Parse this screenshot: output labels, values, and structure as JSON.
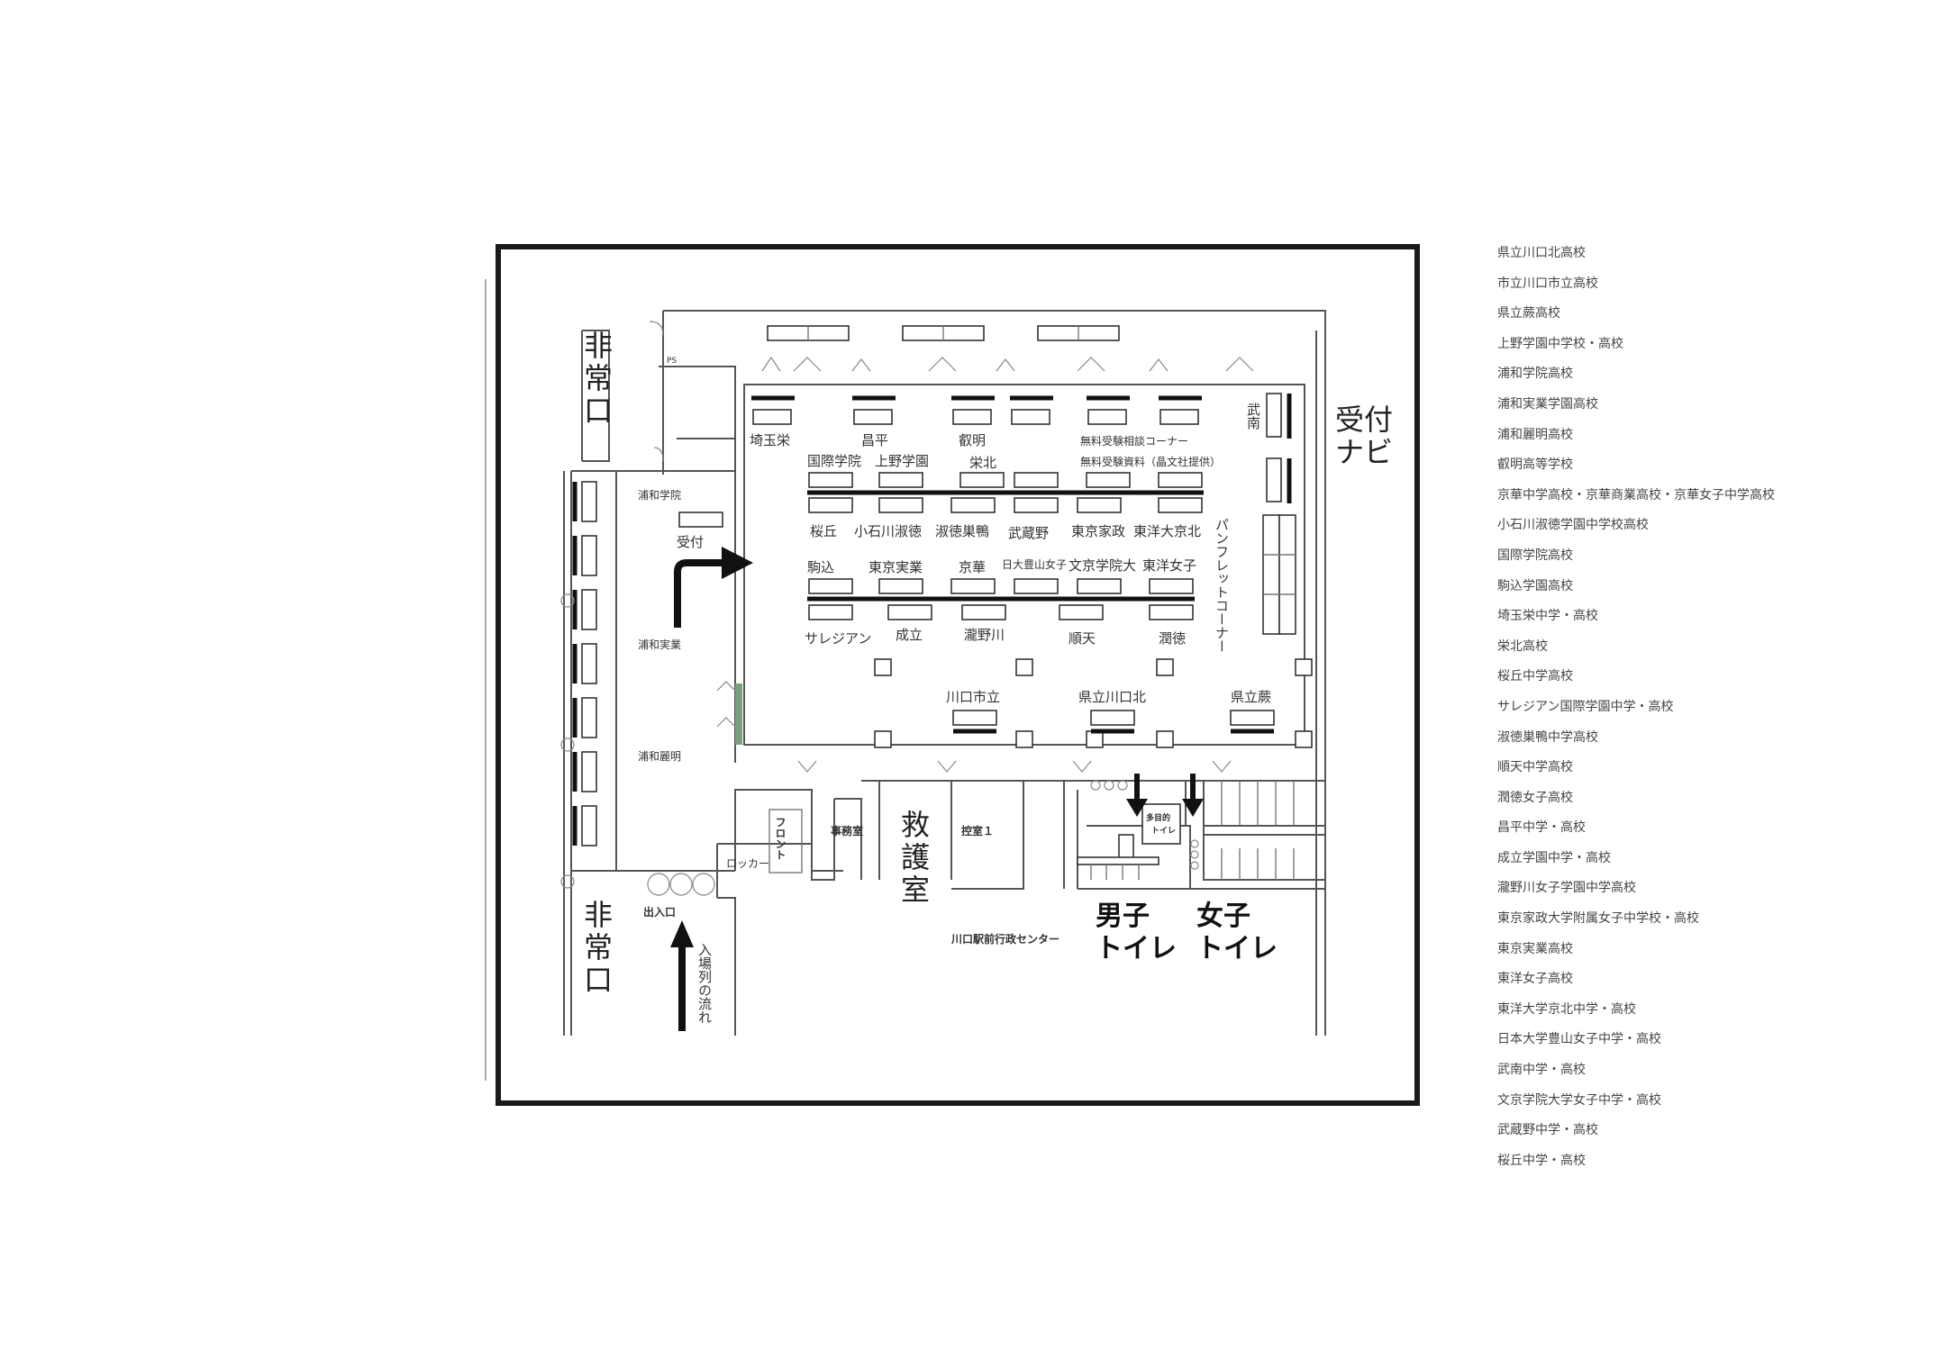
{
  "map": {
    "exits": {
      "emergency_top": "非常口",
      "emergency_bottom": "非常口",
      "entrance": "出入口"
    },
    "reception": "受付",
    "reception_navi": "受付ナビ",
    "queue_flow": "入場列の流れ",
    "pamphlet_corner": "パンフレットコーナー",
    "rooms": {
      "first_aid": "救護室",
      "office": "事務室",
      "front": "フロント",
      "locker": "ロッカー",
      "waiting_room": "控室１",
      "multipurpose_toilet": "多目的トイレ",
      "mens_toilet": "男子トイレ",
      "womens_toilet": "女子トイレ",
      "admin_center": "川口駅前行政センター",
      "ps": "PS"
    },
    "booths": {
      "saitama_sakae": "埼玉栄",
      "shohei": "昌平",
      "eimei": "叡明",
      "consultation": "無料受験相談コーナー",
      "bunan": "武南",
      "kokusai_gakuin": "国際学院",
      "ueno_gakuen": "上野学園",
      "eihoku": "栄北",
      "free_materials": "無料受験資料（晶文社提供）",
      "sakuragaoka": "桜丘",
      "koishikawa_shukutoku": "小石川淑徳",
      "shukutoku_sugamo": "淑徳巣鴨",
      "musashino": "武蔵野",
      "tokyo_kasei": "東京家政",
      "toyo_keihoku": "東洋大京北",
      "komagome": "駒込",
      "tokyo_jitsugyo": "東京実業",
      "keika": "京華",
      "nichidai_buzan": "日大豊山女子",
      "bunkyo_gakuin": "文京学院大",
      "toyo_joshi": "東洋女子",
      "salesian": "サレジアン",
      "seiritsu": "成立",
      "takinogawa": "瀧野川",
      "junten": "順天",
      "juntoku": "潤徳",
      "kawaguchi_shiritsu": "川口市立",
      "kenritsu_kawaguchi_kita": "県立川口北",
      "kenritsu_warabi": "県立蕨",
      "urawa_gakuin": "浦和学院",
      "urawa_jitsugyo": "浦和実業",
      "urawa_reimei": "浦和麗明"
    }
  },
  "school_list": [
    "県立川口北高校",
    "市立川口市立高校",
    "県立蕨高校",
    "上野学園中学校・高校",
    "浦和学院高校",
    "浦和実業学園高校",
    "浦和麗明高校",
    "叡明高等学校",
    "京華中学高校・京華商業高校・京華女子中学高校",
    "小石川淑徳学園中学校高校",
    "国際学院高校",
    "駒込学園高校",
    "埼玉栄中学・高校",
    "栄北高校",
    "桜丘中学高校",
    "サレジアン国際学園中学・高校",
    "淑徳巣鴨中学高校",
    "順天中学高校",
    "潤徳女子高校",
    "昌平中学・高校",
    "成立学園中学・高校",
    "瀧野川女子学園中学高校",
    "東京家政大学附属女子中学校・高校",
    "東京実業高校",
    "東洋女子高校",
    "東洋大学京北中学・高校",
    "日本大学豊山女子中学・高校",
    "武南中学・高校",
    "文京学院大学女子中学・高校",
    "武蔵野中学・高校",
    "桜丘中学・高校"
  ]
}
